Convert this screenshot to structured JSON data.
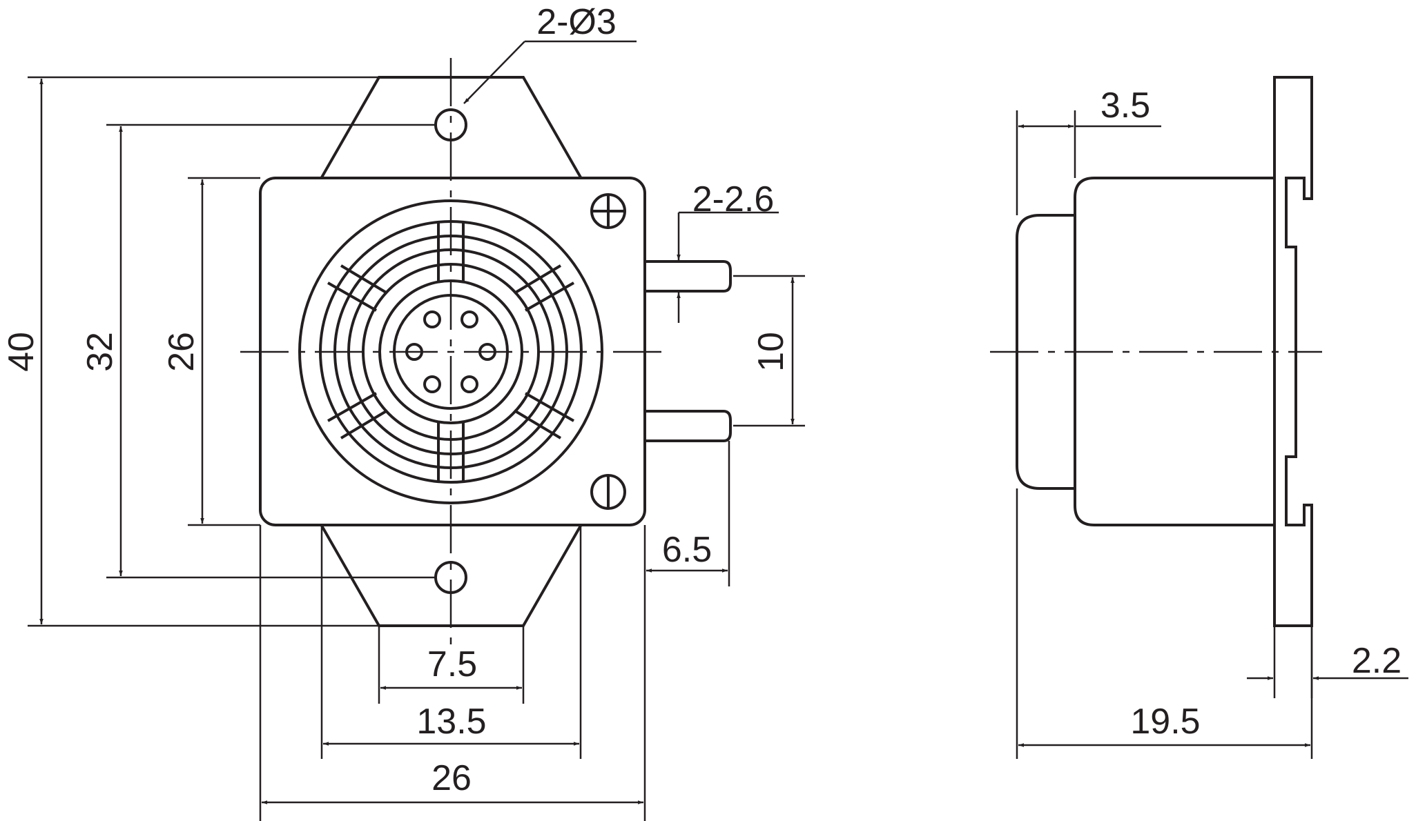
{
  "labels": {
    "holes": "2-Ø3",
    "pins": "2-2.6",
    "height_40": "40",
    "height_32": "32",
    "height_26": "26",
    "pin_pitch_10": "10",
    "pin_len_6_5": "6.5",
    "width_7_5": "7.5",
    "width_13_5": "13.5",
    "width_26": "26",
    "front_3_5": "3.5",
    "depth_19_5": "19.5",
    "flange_2_2": "2.2"
  },
  "colors": {
    "line": "#231f20",
    "background": "#ffffff"
  }
}
